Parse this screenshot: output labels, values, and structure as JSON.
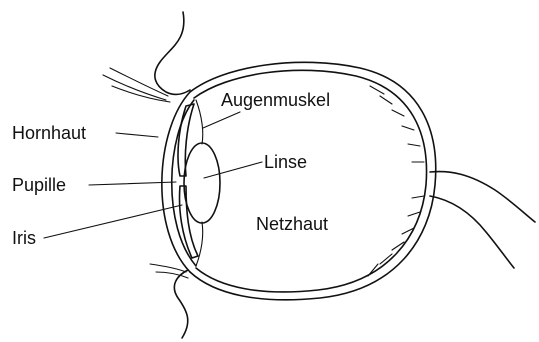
{
  "diagram": {
    "labels": {
      "augenmuskel": "Augenmuskel",
      "hornhaut": "Hornhaut",
      "linse": "Linse",
      "pupille": "Pupille",
      "iris": "Iris",
      "netzhaut": "Netzhaut"
    },
    "colors": {
      "ink": "#111111",
      "background": "#ffffff"
    }
  }
}
